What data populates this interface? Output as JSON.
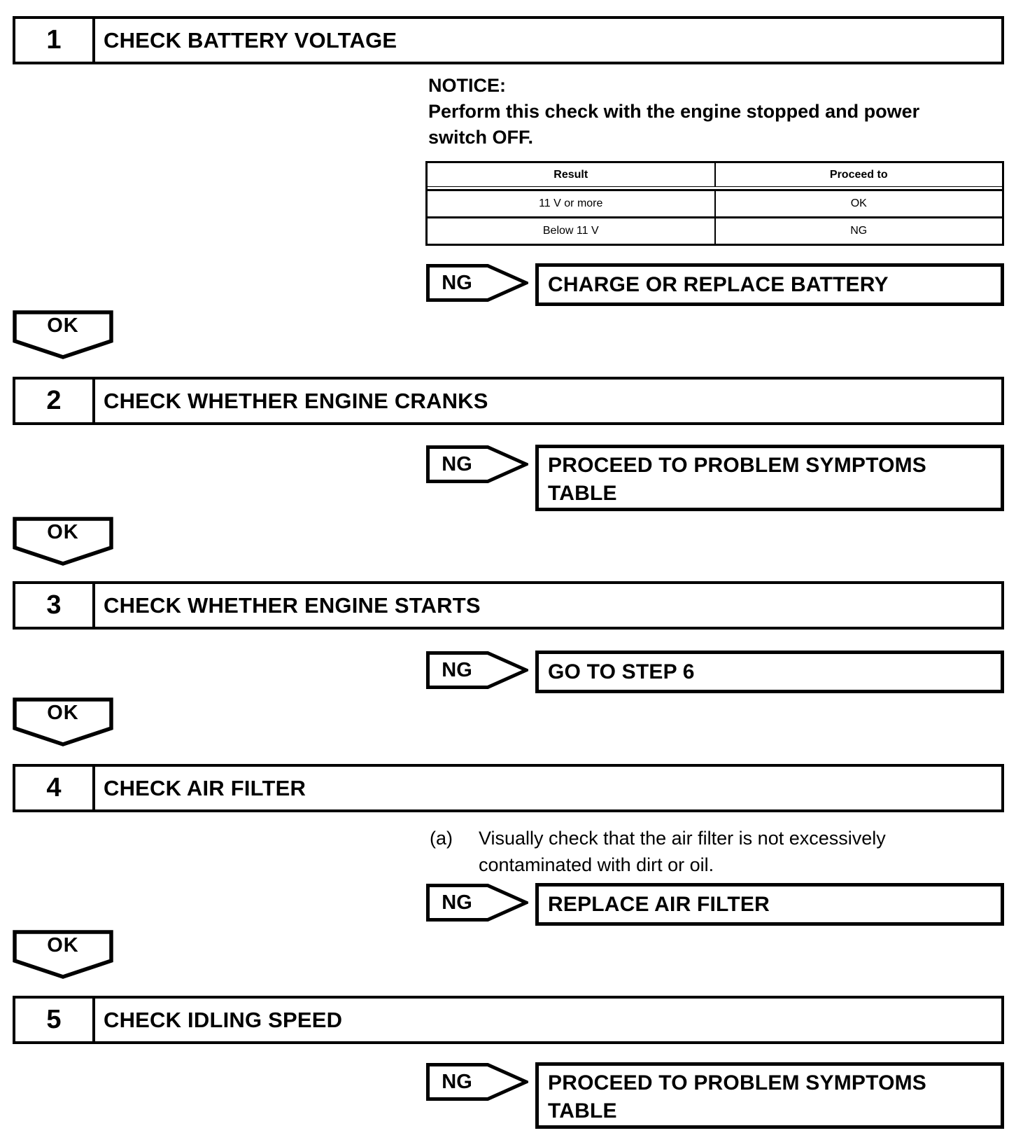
{
  "steps": [
    {
      "number": "1",
      "title": "CHECK BATTERY VOLTAGE"
    },
    {
      "number": "2",
      "title": "CHECK WHETHER ENGINE CRANKS"
    },
    {
      "number": "3",
      "title": "CHECK WHETHER ENGINE STARTS"
    },
    {
      "number": "4",
      "title": "CHECK AIR FILTER"
    },
    {
      "number": "5",
      "title": "CHECK IDLING SPEED"
    }
  ],
  "notice": {
    "label": "NOTICE:",
    "text": "Perform this check with the engine stopped and power\nswitch OFF."
  },
  "result_table": {
    "headers": [
      "Result",
      "Proceed to"
    ],
    "rows": [
      [
        "11 V or more",
        "OK"
      ],
      [
        "Below 11 V",
        "NG"
      ]
    ]
  },
  "branches": {
    "ng_label": "NG",
    "ok_label": "OK",
    "ng1_result": "CHARGE OR REPLACE BATTERY",
    "ng2_result": "PROCEED TO PROBLEM SYMPTOMS\nTABLE",
    "ng3_result": "GO TO STEP 6",
    "ng4_result": "REPLACE AIR FILTER",
    "ng5_result": "PROCEED TO PROBLEM SYMPTOMS\nTABLE"
  },
  "step4_instruction": {
    "label": "(a)",
    "text": "Visually check that the air filter is not excessively\ncontaminated with dirt or oil."
  },
  "colors": {
    "ink": "#000000",
    "paper": "#ffffff"
  }
}
